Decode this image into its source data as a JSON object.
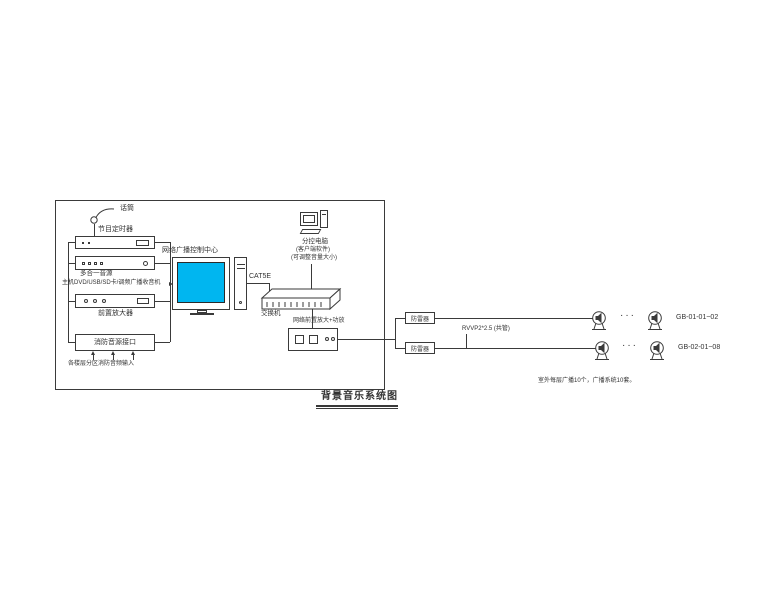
{
  "title": "背景音乐系统图",
  "note": "室外每层广播10个，广播系统10套。",
  "mic": {
    "label": "话筒"
  },
  "timer": {
    "label": "节目定时器"
  },
  "source": {
    "line1": "多合一音源",
    "line2": "主机DVD/USB/SD卡/调频广播收音机"
  },
  "preamp": {
    "label": "前置放大器"
  },
  "fire": {
    "box_label": "消防音源接口",
    "input_label": "各楼层分区消防音频输入"
  },
  "control_center": {
    "label": "网络广播控制中心"
  },
  "cat5e": {
    "label": "CAT5E"
  },
  "client_pc": {
    "line1": "分控电脑",
    "line2": "(客户端软件)",
    "line3": "(可调整音量大小)"
  },
  "network": {
    "switch_label": "交换机",
    "amp_label": "网络前置放大+功放"
  },
  "cable": {
    "label": "RVVP2*2.5 (共管)"
  },
  "rows": [
    {
      "spd": "防雷器",
      "dots": "···",
      "id": "GB-01-01~02"
    },
    {
      "spd": "防雷器",
      "dots": "···",
      "id": "GB-02-01~08"
    }
  ],
  "colors": {
    "screen": "#00b6f0",
    "line": "#3a3a3a"
  }
}
